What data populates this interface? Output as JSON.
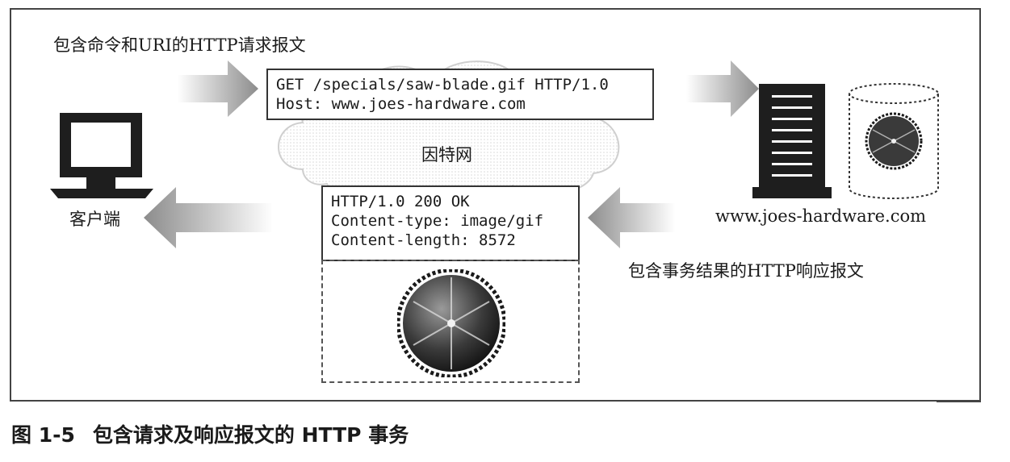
{
  "labels": {
    "request_title": "包含命令和URI的HTTP请求报文",
    "internet": "因特网",
    "client": "客户端",
    "server_host": "www.joes-hardware.com",
    "response_title": "包含事务结果的HTTP响应报文"
  },
  "request": {
    "line1": "GET /specials/saw-blade.gif HTTP/1.0",
    "line2": "Host: www.joes-hardware.com"
  },
  "response": {
    "line1": "HTTP/1.0 200 OK",
    "line2": "Content-type: image/gif",
    "line3": "Content-length: 8572"
  },
  "caption": {
    "number": "图 1-5",
    "text": "包含请求及响应报文的 HTTP 事务"
  },
  "icons": [
    "computer-icon",
    "server-icon",
    "database-icon",
    "saw-blade-icon",
    "cloud-icon",
    "arrow-icon"
  ]
}
